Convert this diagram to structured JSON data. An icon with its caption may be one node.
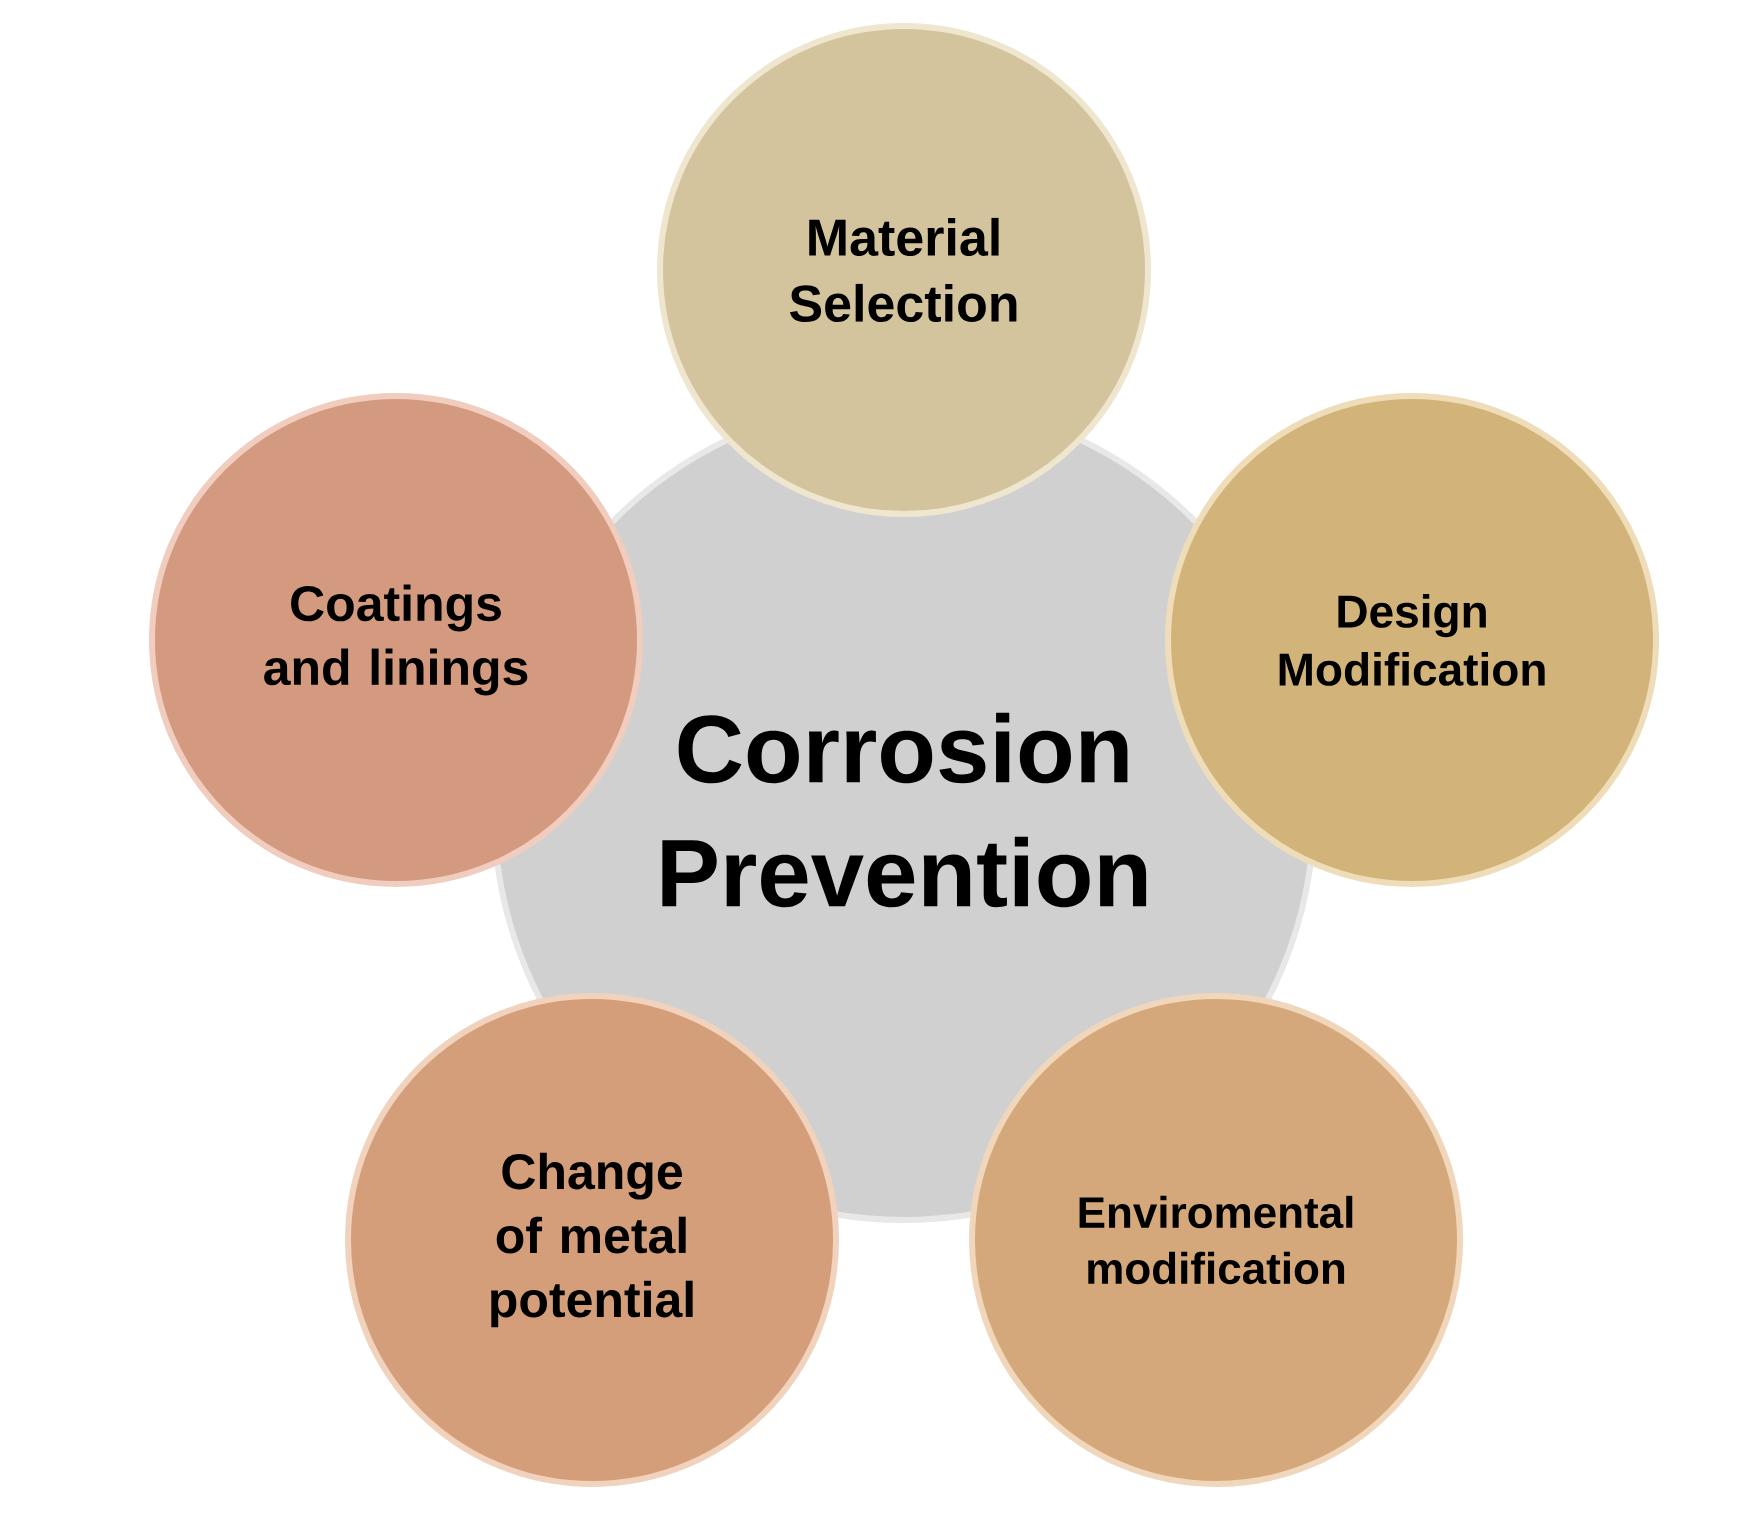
{
  "diagram": {
    "nodes": [
      {
        "text": [
          "Corrosion Prevention"
        ]
      },
      {
        "text": [
          "Material Selection"
        ]
      },
      {
        "text": [
          "Design Modification"
        ]
      },
      {
        "text": [
          "Enviromental modification"
        ]
      },
      {
        "text": [
          "Change of metal potential"
        ]
      },
      {
        "text": [
          "Coatings and linings"
        ]
      }
    ]
  }
}
